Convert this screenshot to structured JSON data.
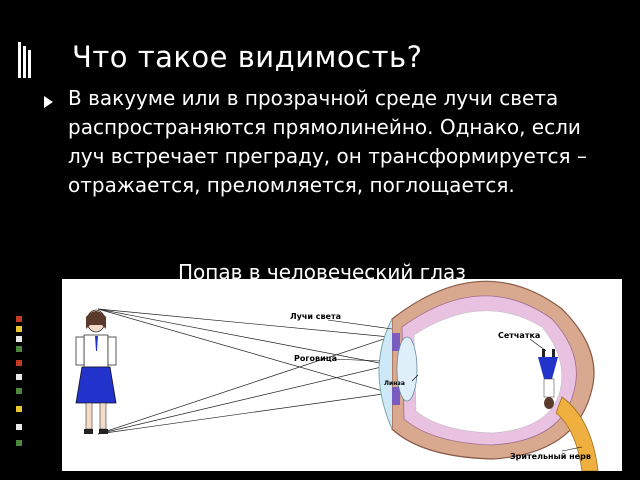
{
  "slide": {
    "title": "Что такое видимость?",
    "bullet": "В вакууме или в прозрачной среде лучи света распространяются прямолинейно. Однако, если луч встречает преграду, он трансформируется – отражается, преломляется, поглощается.",
    "subline": "Попав в человеческий глаз"
  },
  "diagram": {
    "labels": {
      "rays": "Лучи света",
      "cornea": "Роговица",
      "lens": "Линза",
      "retina": "Сетчатка",
      "optic_nerve": "Зрительный нерв"
    }
  },
  "colors": {
    "background": "#000000",
    "text": "#ffffff",
    "skirt": "#2233cc",
    "eye_outer": "#d9a98f",
    "eye_inner": "#e8c2e0",
    "nerve": "#f0b040"
  }
}
